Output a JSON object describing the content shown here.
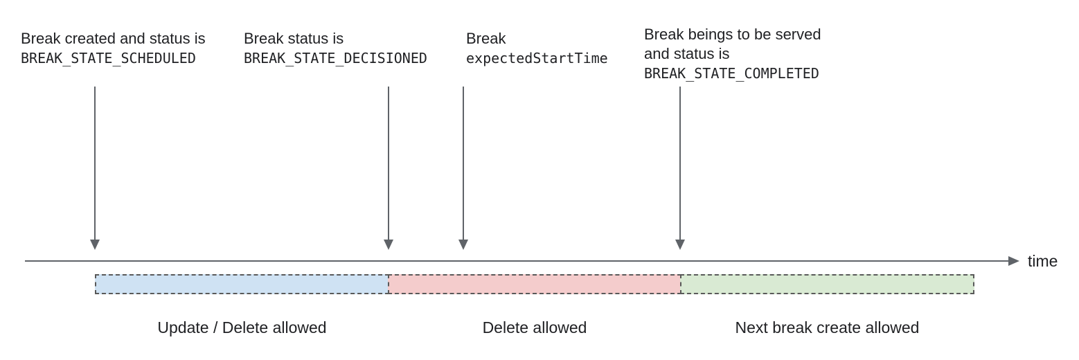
{
  "annotations": [
    {
      "lines": [
        "Break created and status is"
      ],
      "code": "BREAK_STATE_SCHEDULED"
    },
    {
      "lines": [
        "Break status is"
      ],
      "code": "BREAK_STATE_DECISIONED"
    },
    {
      "lines": [
        "Break"
      ],
      "code": "expectedStartTime"
    },
    {
      "lines": [
        "Break beings to be served",
        "and status is"
      ],
      "code": "BREAK_STATE_COMPLETED"
    }
  ],
  "timeline": {
    "axis_label": "time"
  },
  "segments": [
    {
      "label": "Update / Delete allowed",
      "color": "#cfe2f3"
    },
    {
      "label": "Delete allowed",
      "color": "#f4cccc"
    },
    {
      "label": "Next break create allowed",
      "color": "#d9ead3"
    }
  ],
  "colors": {
    "arrow_line": "#5f6368",
    "segment_border": "#595959",
    "text": "#202124"
  }
}
